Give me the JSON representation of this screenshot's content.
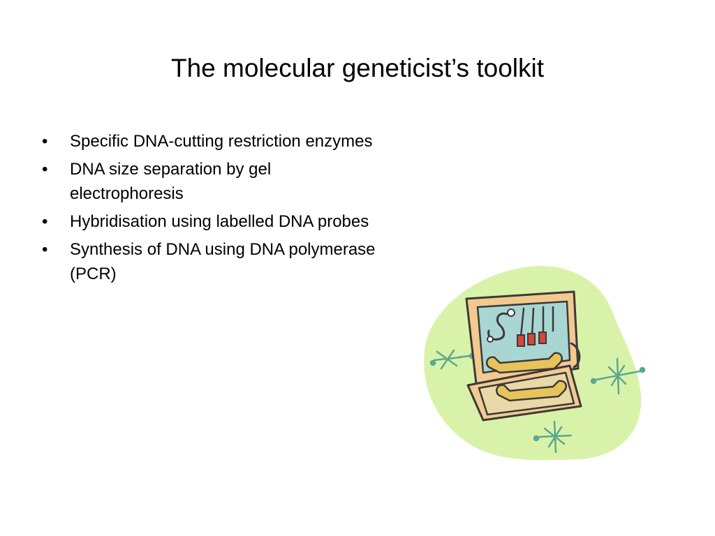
{
  "slide": {
    "title": "The molecular geneticist’s toolkit",
    "bullet_symbol": "•",
    "bullets": [
      "Specific DNA-cutting restriction enzymes",
      "DNA size separation by gel electrophoresis",
      "Hybridisation using labelled DNA probes",
      "Synthesis of DNA using DNA polymerase (PCR)"
    ]
  },
  "clipart": {
    "icon": "toolbox-icon",
    "colors": {
      "blob": "#d9f2a9",
      "box": "#f3c98f",
      "box_outline": "#3a3a3a",
      "lid_inner": "#a9d6d2",
      "tray": "#e9d9a6",
      "wrench": "#e8c25a",
      "brush_tips": "#d9463b",
      "sparkle": "#5aa88f"
    }
  }
}
